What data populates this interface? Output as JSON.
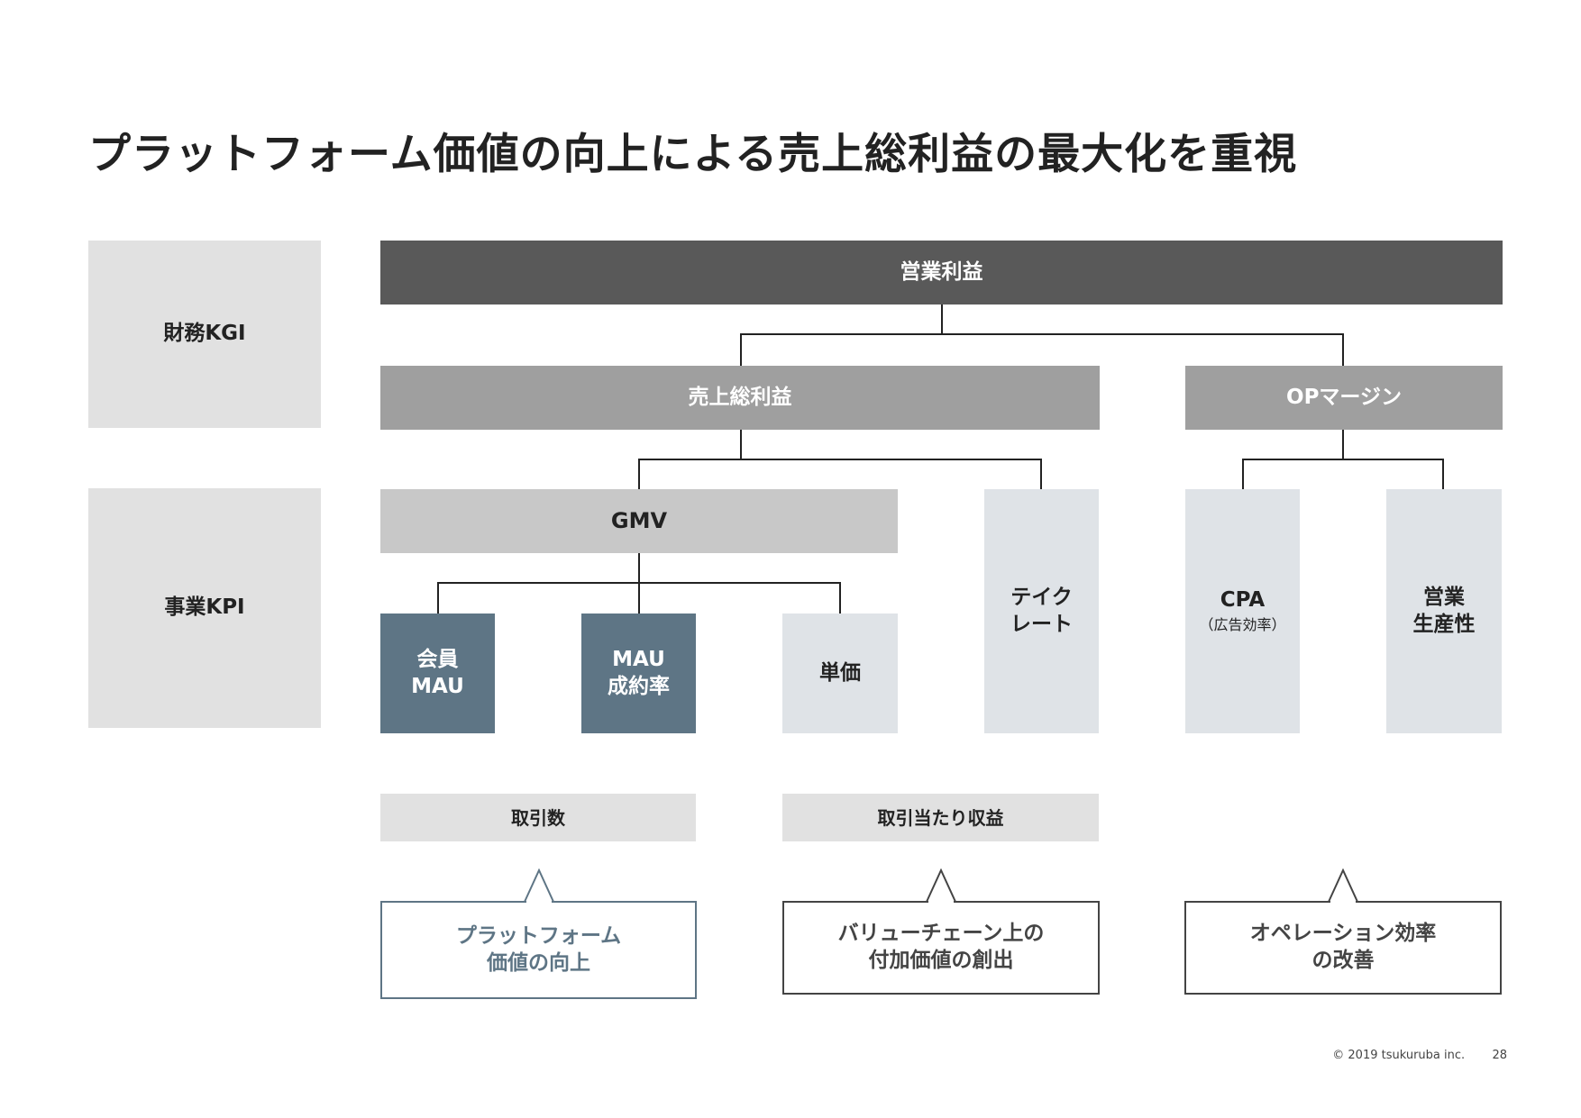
{
  "title": "プラットフォーム価値の向上による売上総利益の最大化を重視",
  "row_labels": {
    "financial": "財務KGI",
    "business": "事業KPI"
  },
  "nodes": {
    "operating_profit": "営業利益",
    "gross_profit": "売上総利益",
    "op_margin": "OPマージン",
    "gmv": "GMV",
    "take_rate": [
      "テイク",
      "レート"
    ],
    "cpa": "CPA",
    "cpa_note": "（広告効率）",
    "sales_productivity": [
      "営業",
      "生産性"
    ],
    "member_mau": [
      "会員",
      "MAU"
    ],
    "mau_conversion": [
      "MAU",
      "成約率"
    ],
    "unit_price": "単価"
  },
  "bands": {
    "transactions": "取引数",
    "revenue_per_transaction": "取引当たり収益"
  },
  "callouts": {
    "platform_value": [
      "プラットフォーム",
      "価値の向上"
    ],
    "value_chain": [
      "バリューチェーン上の",
      "付加価値の創出"
    ],
    "operations": [
      "オペレーション効率",
      "の改善"
    ]
  },
  "footer": {
    "copyright": "© 2019 tsukuruba inc.",
    "page_number": "28"
  }
}
